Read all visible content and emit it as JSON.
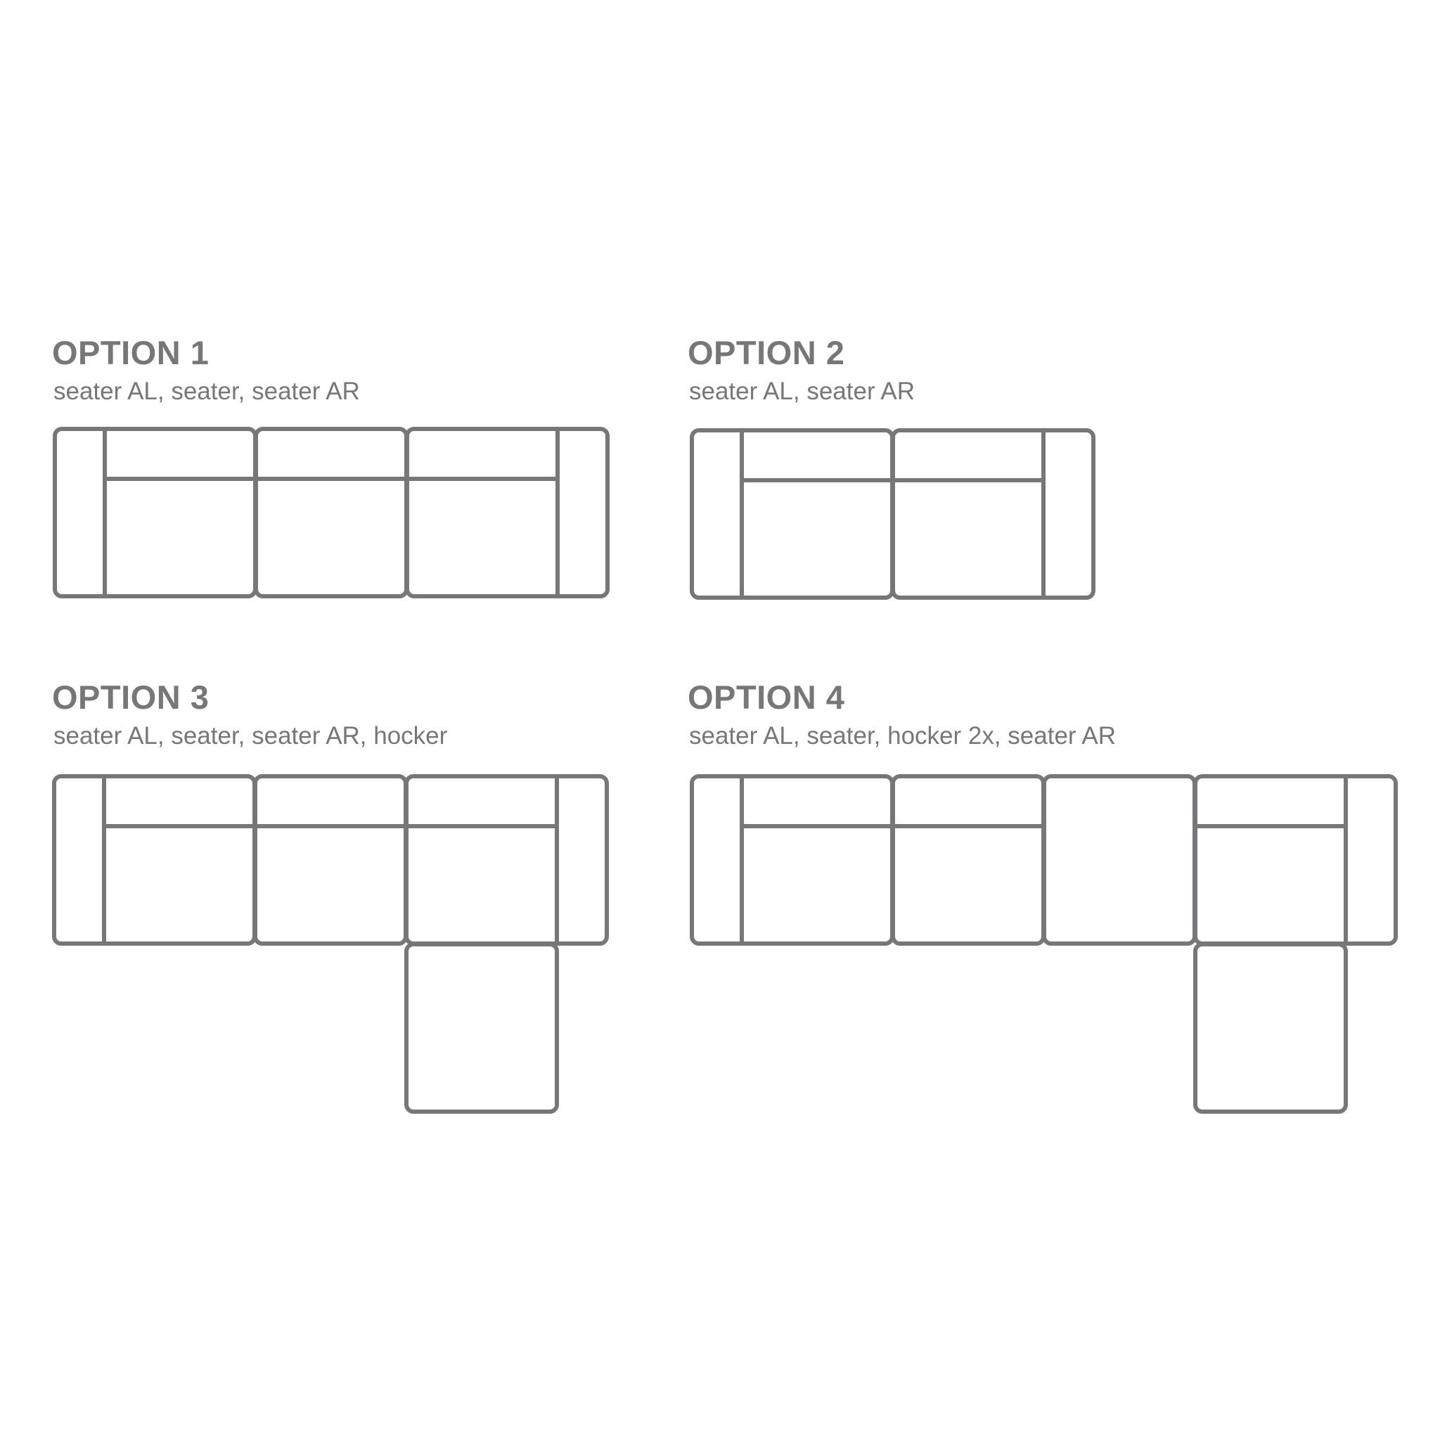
{
  "options": [
    {
      "title": "OPTION 1",
      "description": "seater AL, seater, seater AR"
    },
    {
      "title": "OPTION 2",
      "description": "seater AL, seater AR"
    },
    {
      "title": "OPTION 3",
      "description": "seater AL, seater, seater AR, hocker"
    },
    {
      "title": "OPTION 4",
      "description": "seater AL, seater, hocker 2x, seater AR"
    }
  ],
  "colors": {
    "line": "#77777a",
    "text": "#77777a",
    "background": "#ffffff"
  }
}
